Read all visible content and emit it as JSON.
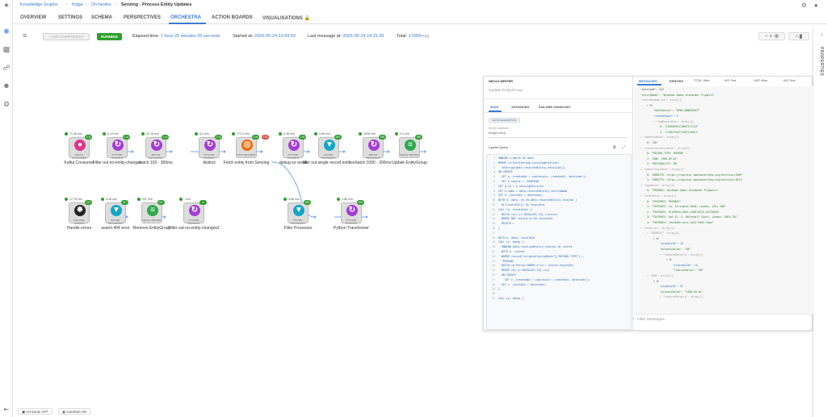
{
  "breadcrumb": {
    "root": "Knowledge Graphs",
    "graph": "fridge",
    "section": "Orchestra",
    "pipeline": "Senzing - Process Entity Updates"
  },
  "tabs": [
    "OVERVIEW",
    "SETTINGS",
    "SCHEMA",
    "PERSPECTIVES",
    "ORCHESTRA",
    "ACTION BOARDS",
    "VISUALISATIONS 🔒"
  ],
  "active_tab": "ORCHESTRA",
  "toolbar": {
    "add_component": "+ ADD COMPONENT",
    "status": "RUNNING",
    "elapsed_label": "Elapsed time:",
    "elapsed_value": "1 hour 25 minutes 50 seconds",
    "started_label": "Started at:",
    "started_value": "2026-05-24 13:59:50",
    "last_label": "Last message at:",
    "last_value": "2026-05-24 14:31:26",
    "total_label": "Total:",
    "total_value": "17959",
    "total_unit": "msg"
  },
  "properties_label": "PROPERTIES",
  "nodes": [
    {
      "title": "Kafka Consumer",
      "type": "KAFKA CONSUMER",
      "rate": "71.38 m/s",
      "badge": "2.1k",
      "color": "#e0338f",
      "sym": "●"
    },
    {
      "title": "Filter out no-entity-changes",
      "type": "PYTHON TRANSFO",
      "rate": "6.13 m/s",
      "badge": "2.1k",
      "color": "#a33ed6",
      "sym": "↻"
    },
    {
      "title": "batch 100 - 300ms",
      "type": "BATCH PROCESSO",
      "rate": "29.18 m/s",
      "badge": "2.1k",
      "color": "#a33ed6",
      "sym": "↻"
    },
    {
      "title": "distinct",
      "type": "PYTHON TRANSFO",
      "rate": "8.3 m/s",
      "badge": "2.1k",
      "color": "#a33ed6",
      "sym": "↻"
    },
    {
      "title": "Fetch entity from Senzing",
      "type": "HTTP REQUEST",
      "rate": "172.4 m/s",
      "badge": "1.9k",
      "color": "#ef6c00",
      "sym": "◎",
      "err": "170"
    },
    {
      "title": "debug ez result",
      "type": "PYTHON TRANSFO",
      "rate": "5.38 m/s",
      "badge": "1.9k",
      "color": "#a33ed6",
      "sym": "↻"
    },
    {
      "title": "filter out single record entities",
      "type": "FILTER PROCESSO",
      "rate": "3.86 m/s",
      "badge": "957",
      "color": "#12a7c9",
      "sym": "▼"
    },
    {
      "title": "batch 1000 - 300ms",
      "type": "BATCH PROCESSO",
      "rate": "4096 m/s",
      "badge": "955",
      "color": "#a33ed6",
      "sym": "↻"
    },
    {
      "title": "Update EntityGroup",
      "type": "NEO4J WRITER",
      "rate": "9.3 m/s",
      "badge": "955",
      "color": "#2ea84b",
      "sym": "≡"
    },
    {
      "title": "Handle errors",
      "type": "FAILURE HANDLE",
      "rate": "17.78 m/s",
      "badge": "217",
      "color": "#222222",
      "sym": "✸"
    },
    {
      "title": "assert 404 error",
      "type": "FILTER PROCESSO",
      "rate": "5.38 m/s",
      "badge": "217",
      "color": "#12a7c9",
      "sym": "▼"
    },
    {
      "title": "Remove EntityGroup",
      "type": "NEO4J WRITER",
      "rate": "257 m/s",
      "badge": "217",
      "color": "#2ea84b",
      "sym": "≡"
    },
    {
      "title": "Filter out no-entity-changes2",
      "type": "PYTHON TRANSFO",
      "rate": "- m/s",
      "badge": "0",
      "color": "#a33ed6",
      "sym": "↻"
    },
    {
      "title": "Filter Processor",
      "type": "FILTER PROCESSO",
      "rate": "3.86 m/s",
      "badge": "975",
      "color": "#12a7c9",
      "sym": "▼"
    },
    {
      "title": "Python Transformer",
      "type": "PYTHON TRANSFO",
      "rate": "3.86 m/s",
      "badge": "975",
      "color": "#a33ed6",
      "sym": "↻"
    }
  ],
  "panel": {
    "heading": "NEO4J WRITER",
    "component_name": "Update EntityGroup",
    "tabs": [
      "MAIN",
      "ADVANCED",
      "FAILURE HANDLING"
    ],
    "active_tab": "MAIN",
    "chip": "SHOW DESCRIPTION",
    "field_label": "Neo4j Database",
    "field_value": "bridge-neo4j",
    "cypher_label": "Cypher Query",
    "code": [
      "UNWIND $_batch AS data",
      "MERGE (e:EntityGroup {senzingEntityId:",
      "  toString(data.resolvedEntity.entityId)})",
      "ON CREATE",
      "  SET e._createdAt = coalesce(e._createdAt, datetime())",
      "  SET e.source = \"SENZING\"",
      "SET e.id = e.senzingEntityId",
      "SET e.name = data.resolvedEntity.entityName",
      "SET e._lastSeen = datetime()",
      "WITH e, data, [m IN data.resolvedEntity.records |",
      "  m[\"recordId\"]] AS recordIds",
      "CALL (e, recordIds) {",
      "  MATCH (e)<-[r:RESOLVES_TO]-(record)",
      "  WHERE NOT record.id IN recordIds",
      "  DELETE r",
      "}",
      "",
      "WITH e, data, recordIds",
      "CALL (e, data) {",
      "  UNWIND data.resolvedEntity.records AS record",
      "  WITH e, record",
      "  WHERE record[\"originalSourceData\"][\"RECORD_TYPE\"] =",
      "  \"PERSON\"",
      "  MATCH (m:Person WHERE m.id = record.recordId)",
      "  MERGE (m)-[r:RESOLVES_TO]->(e)",
      "  ON CREATE",
      "    SET r._createdAt = coalesce(r._createdAt, datetime())",
      "  SET r._lastSeen = datetime()",
      "}",
      "",
      "CALL (e, data) {"
    ],
    "right_tabs": [
      "MESSAGES",
      "ERRORS",
      "TOTAL: 48ms",
      "AVG: 9ms",
      "LAST: 48ms",
      "AVG: 9ms"
    ],
    "active_right_tab": "MESSAGES",
    "messages": [
      [
        0,
        "\"entityId\": 312",
        "k"
      ],
      [
        0,
        "\"entityName\": \"Wyndham James Alexander Plympire\"",
        "s"
      ],
      [
        0,
        "\"recordSummaries\": Array[1]",
        "m"
      ],
      [
        1,
        "▾ 0:",
        "k"
      ],
      [
        2,
        "\"dataSource\": \"OPEN-OWNERSHIP\"",
        "s"
      ],
      [
        2,
        "\"recordCount\": 2",
        "n"
      ],
      [
        2,
        "▾ \"topRecordIds\": Array[2]",
        "m"
      ],
      [
        3,
        "0: \"10390695174867171115\"",
        "s"
      ],
      [
        3,
        "1: \"17483744274467114041\"",
        "s"
      ],
      [
        0,
        "▾ \"addressData\": Array[1]",
        "m"
      ],
      [
        1,
        "0: \"GB\"",
        "s"
      ],
      [
        0,
        "▾ \"characteristicData\": Array[3]",
        "m"
      ],
      [
        1,
        "0: \"RECORD_TYPE: PERSON\"",
        "s"
      ],
      [
        1,
        "1: \"DOB: 1980-05-01\"",
        "s"
      ],
      [
        1,
        "2: \"NATIONALITY: GB\"",
        "s"
      ],
      [
        0,
        "▾ \"identifierData\": Array[2]",
        "m"
      ],
      [
        1,
        "0: \"WEBSITE: https://register.openownership.org/entities/1509\"",
        "s"
      ],
      [
        1,
        "1: \"WEBSITE: https://register.openownership.org/entities/1611\"",
        "s"
      ],
      [
        0,
        "▾ \"nameData\": Array[1]",
        "m"
      ],
      [
        1,
        "0: \"PRIMARY: Wyndham James Alexander Plympire\"",
        "s"
      ],
      [
        0,
        "▾ \"otherData\": Array[4]",
        "m"
      ],
      [
        1,
        "0: \"FEATURES: PRIMARY\"",
        "s"
      ],
      [
        1,
        "1: \"FEATURES: 1a, Islington Road, London, (N1) 1AH\"",
        "s"
      ],
      [
        1,
        "2: \"FEATURES: 61e5907e-8b6c-4300-857a-912348a5\"",
        "s"
      ],
      [
        1,
        "3: \"FEATURES: Apt 52, 5, Whitehall Court, London, SW1A 2EL\"",
        "s"
      ],
      [
        1,
        "4: \"FEATURES: 10c1da9e-accc-4421-996e-f0aa\"",
        "s"
      ],
      [
        0,
        "▾ \"features\": Array[1]",
        "m"
      ],
      [
        1,
        "▾ \"ADDRESS\": Array[2]",
        "m"
      ],
      [
        2,
        "▾ 0:",
        "k"
      ],
      [
        3,
        "\"primaryId\": 14",
        "n"
      ],
      [
        3,
        "\"primaryValue\": \"GB\"",
        "s"
      ],
      [
        3,
        "▾ \"featureDetails\": Array[1]",
        "m"
      ],
      [
        4,
        "▾ 0:",
        "k"
      ],
      [
        5,
        "\"internalId\": 14",
        "n"
      ],
      [
        5,
        "\"featureValue\": \"GB\"",
        "s"
      ],
      [
        1,
        "▾ \"DOB\": Array[1]",
        "m"
      ],
      [
        2,
        "▾ 0:",
        "k"
      ],
      [
        3,
        "\"primaryId\": 31",
        "n"
      ],
      [
        3,
        "\"primaryValue\": \"1980-05-01\"",
        "s"
      ],
      [
        3,
        "▸ \"featureDetails\": Array[1]",
        "m"
      ]
    ],
    "filter_placeholder": "Filter Messages"
  },
  "status": {
    "schedule": "Schedule OFF",
    "autostart": "AutoStart ON"
  }
}
